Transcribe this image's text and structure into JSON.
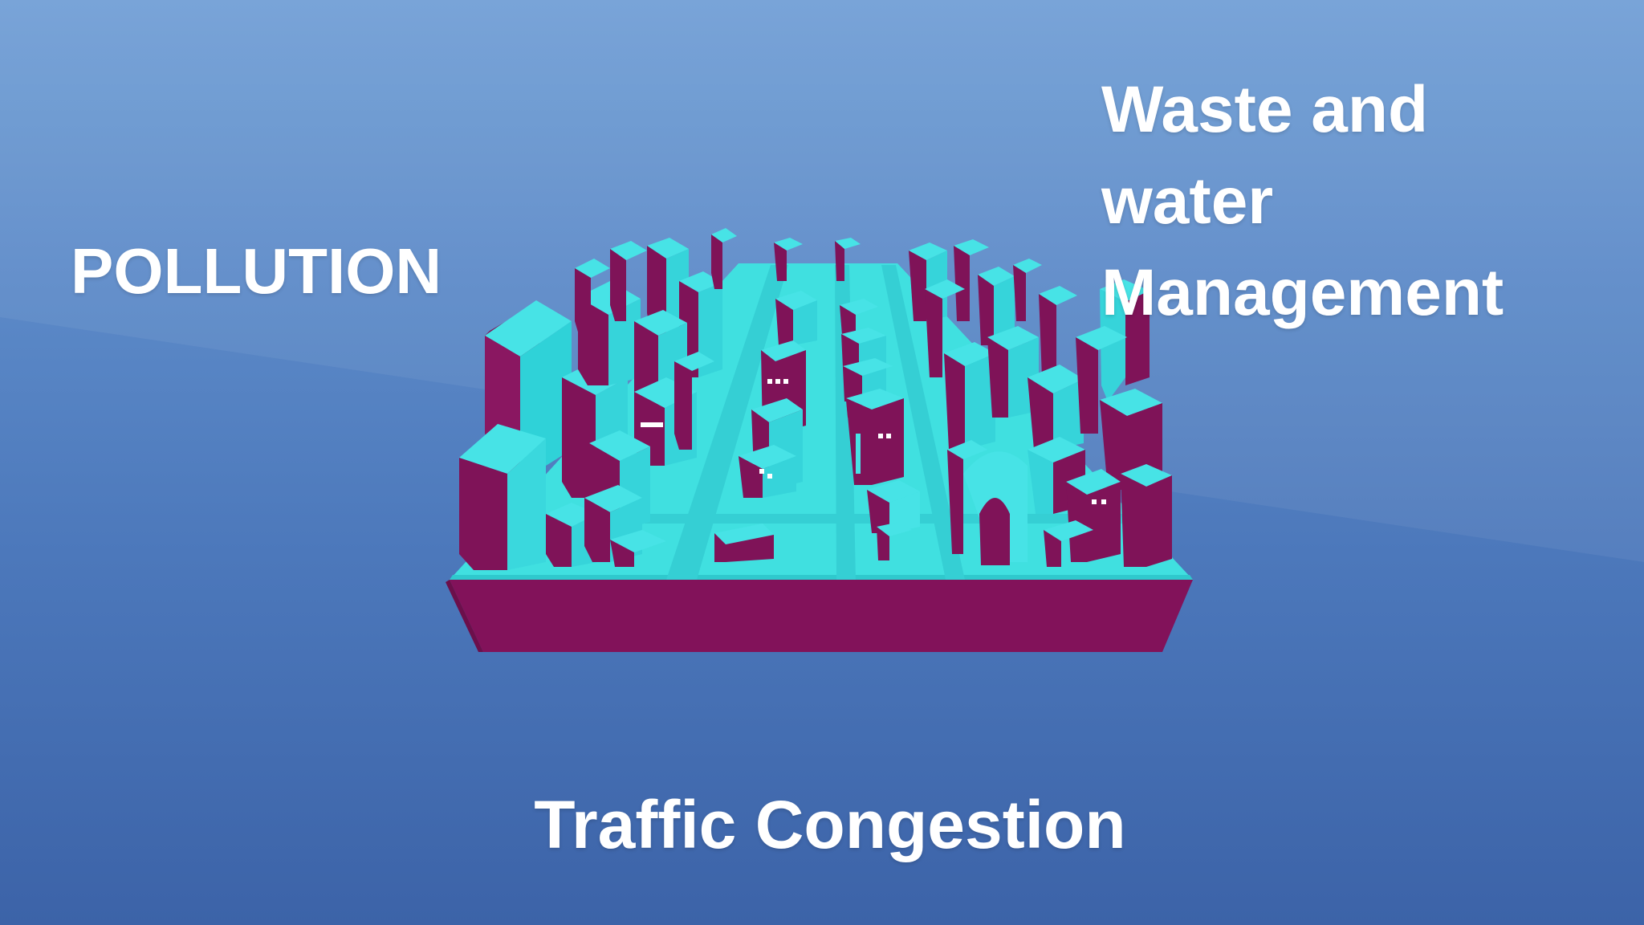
{
  "slide": {
    "captions": {
      "pollution": "POLLUTION",
      "waste": "Waste and\nwater\nManagement",
      "traffic": "Traffic Congestion"
    }
  },
  "colors": {
    "background_top": "#719fd6",
    "background_bottom": "#3c63a8",
    "building_face": "#7f1358",
    "building_top": "#47e3e6",
    "ground_top": "#40e0e0",
    "ground_side": "#82125a",
    "caption_text": "#ffffff"
  },
  "icons": {
    "illustration": "isometric-city-block"
  }
}
